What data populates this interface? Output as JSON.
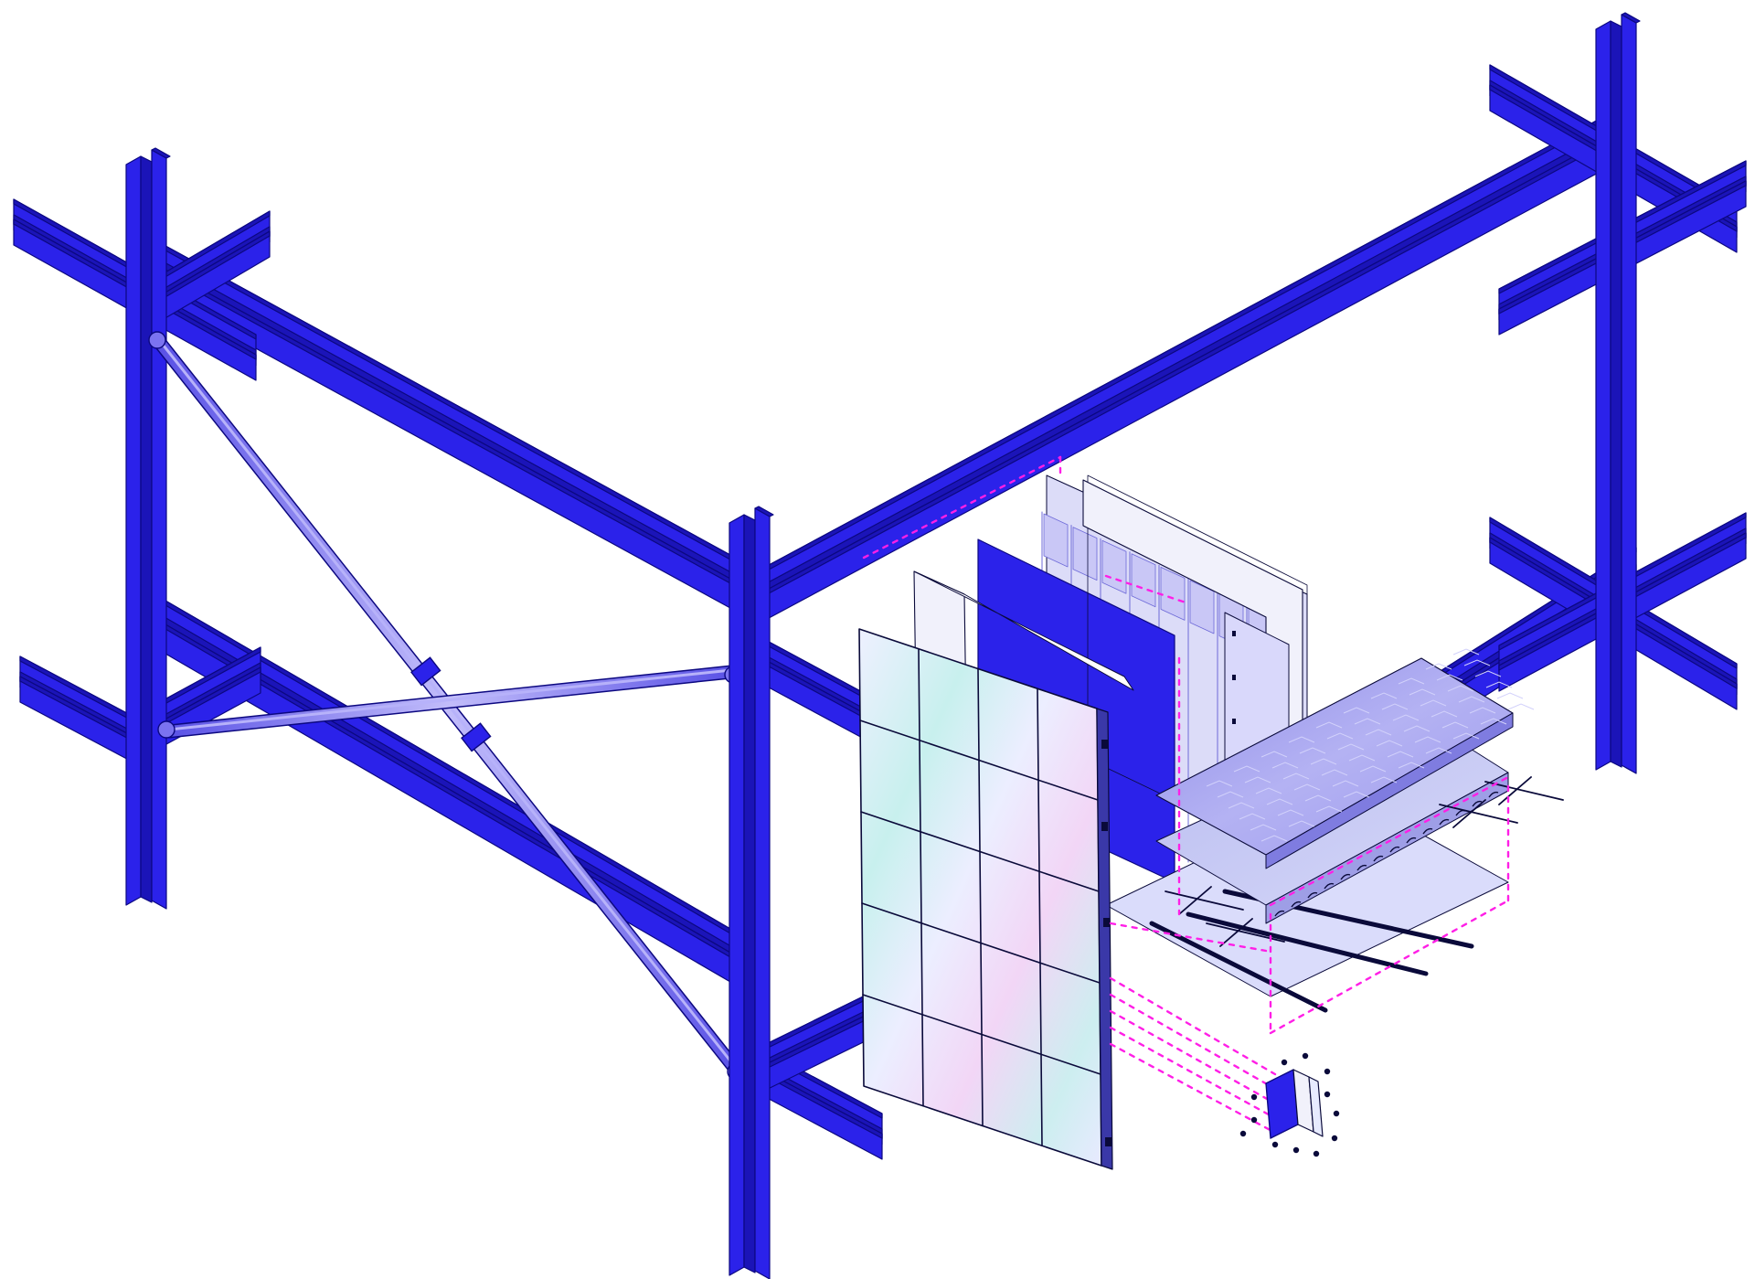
{
  "diagram": {
    "kind": "exploded-axonometric",
    "labels": [],
    "colors": {
      "background": "#ffffff",
      "steel": "#2b22ea",
      "steel_dark": "#1b14b8",
      "steel_edge": "#0c0880",
      "brace": "#7b73f0",
      "brace_light": "#b7b2fa",
      "glass_base": "#e7ebff",
      "glass_tint_cyan": "#bff2ee",
      "glass_tint_pink": "#f3d2f5",
      "panel_white": "#f1f1fb",
      "panel_lavender": "#d9d8fb",
      "floor_top": "#a9a7f0",
      "floor_mid": "#c3c5f4",
      "deck_bottom": "#dadcfb",
      "dimension_line": "#ff1fe6",
      "linework": "#0a0a3a"
    },
    "components": [
      "steel-frame",
      "diagonal-bracing",
      "glazed-curtain-wall",
      "insulation-board",
      "cladding-layer",
      "timber-floor-finish",
      "concrete-slab",
      "metal-deck",
      "connection-plate"
    ]
  }
}
